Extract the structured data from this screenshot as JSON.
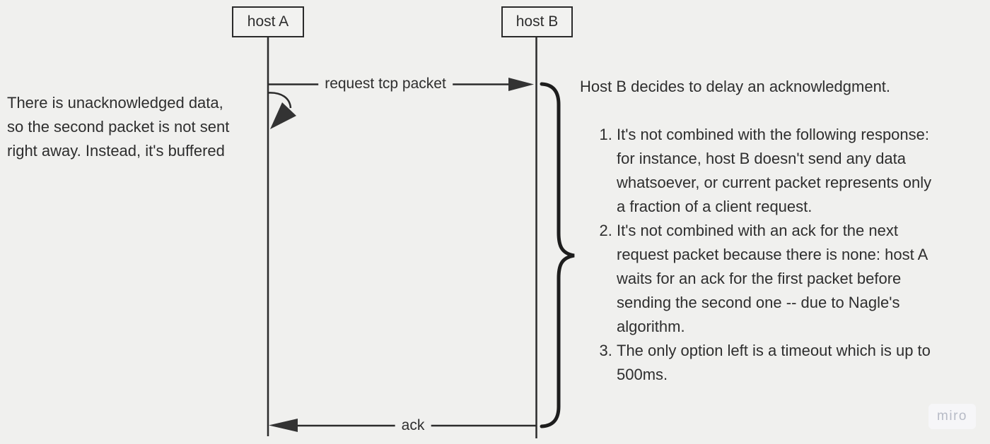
{
  "diagram": {
    "hosts": {
      "a": "host A",
      "b": "host B"
    },
    "messages": {
      "request": "request tcp packet",
      "ack": "ack"
    },
    "left_note": "There is unacknowledged data,\nso the second packet is not sent\nright away. Instead, it's buffered",
    "right_note": {
      "heading": "Host B decides to delay an acknowledgment.",
      "items": [
        "It's not combined with the following response:\nfor instance, host B doesn't send any data\nwhatsoever, or current packet represents only\na fraction of a client request.",
        "It's not combined with an ack for the next\nrequest packet because there is none: host A\nwaits for an ack for the first packet before\nsending the second one -- due to Nagle's\nalgorithm.",
        "The only option left is a timeout which is up to\n500ms."
      ]
    }
  },
  "watermark": "miro",
  "colors": {
    "background": "#f0f0ee",
    "stroke": "#2b2b2b",
    "brace": "#1d1d1d",
    "text": "#2e2e2e",
    "watermark_text": "#b7bbc6",
    "watermark_bg": "#f6f6f8"
  }
}
